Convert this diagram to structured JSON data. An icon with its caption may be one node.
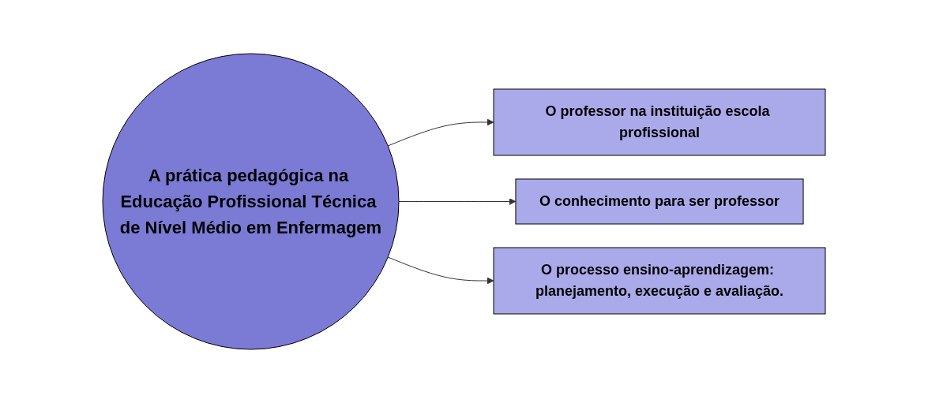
{
  "diagram": {
    "nodes": [
      {
        "text": [
          "A prática pedagógica na Educação Profissional Técnica de Nível Médio em Enfermagem"
        ]
      },
      {
        "text": [
          "O professor na instituição escola profissional"
        ]
      },
      {
        "text": [
          "O conhecimento para ser professor"
        ]
      },
      {
        "text": [
          "O processo ensino-aprendizagem: planejamento, execução e avaliação."
        ]
      }
    ],
    "edges": [
      {
        "from": 0,
        "to": 1,
        "arrow": "to"
      },
      {
        "from": 0,
        "to": 2,
        "arrow": "to"
      },
      {
        "from": 0,
        "to": 3,
        "arrow": "to"
      }
    ]
  }
}
